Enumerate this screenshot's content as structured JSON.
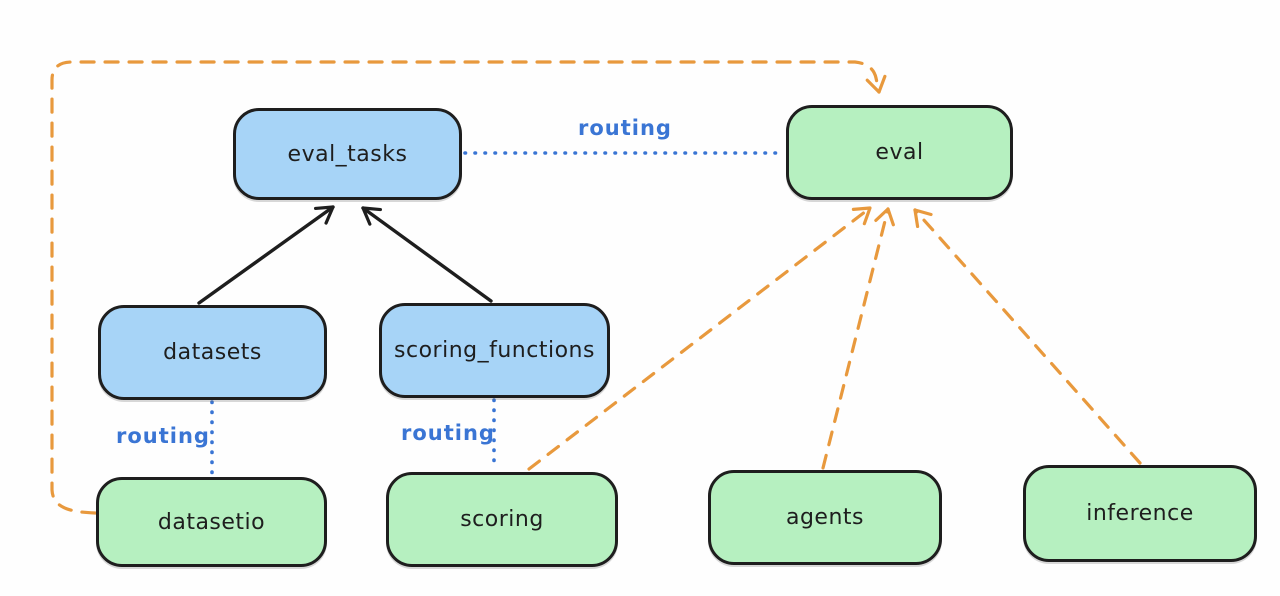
{
  "diagram": {
    "title": "",
    "nodes": [
      {
        "id": "eval_tasks",
        "label": "eval_tasks",
        "color": "blue"
      },
      {
        "id": "eval",
        "label": "eval",
        "color": "green"
      },
      {
        "id": "datasets",
        "label": "datasets",
        "color": "blue"
      },
      {
        "id": "scoring_functions",
        "label": "scoring_functions",
        "color": "blue"
      },
      {
        "id": "datasetio",
        "label": "datasetio",
        "color": "green"
      },
      {
        "id": "scoring",
        "label": "scoring",
        "color": "green"
      },
      {
        "id": "agents",
        "label": "agents",
        "color": "green"
      },
      {
        "id": "inference",
        "label": "inference",
        "color": "green"
      }
    ],
    "edges": [
      {
        "from": "datasets",
        "to": "eval_tasks",
        "style": "solid-black-arrow",
        "label": ""
      },
      {
        "from": "scoring_functions",
        "to": "eval_tasks",
        "style": "solid-black-arrow",
        "label": ""
      },
      {
        "from": "eval_tasks",
        "to": "eval",
        "style": "dotted-blue",
        "label": "routing"
      },
      {
        "from": "datasets",
        "to": "datasetio",
        "style": "dotted-blue",
        "label": "routing"
      },
      {
        "from": "scoring_functions",
        "to": "scoring",
        "style": "dotted-blue",
        "label": "routing"
      },
      {
        "from": "datasetio",
        "to": "eval",
        "style": "dashed-orange-arrow",
        "label": ""
      },
      {
        "from": "scoring",
        "to": "eval",
        "style": "dashed-orange-arrow",
        "label": ""
      },
      {
        "from": "agents",
        "to": "eval",
        "style": "dashed-orange-arrow",
        "label": ""
      },
      {
        "from": "inference",
        "to": "eval",
        "style": "dashed-orange-arrow",
        "label": ""
      }
    ],
    "colors": {
      "background": "#fefefe",
      "blue_node_fill": "#a7d4f7",
      "green_node_fill": "#b6f0c0",
      "node_border": "#1e1e1e",
      "solid_arrow": "#1e1e1e",
      "routing_blue": "#3a75d4",
      "orange_dashed": "#e8993d"
    }
  }
}
